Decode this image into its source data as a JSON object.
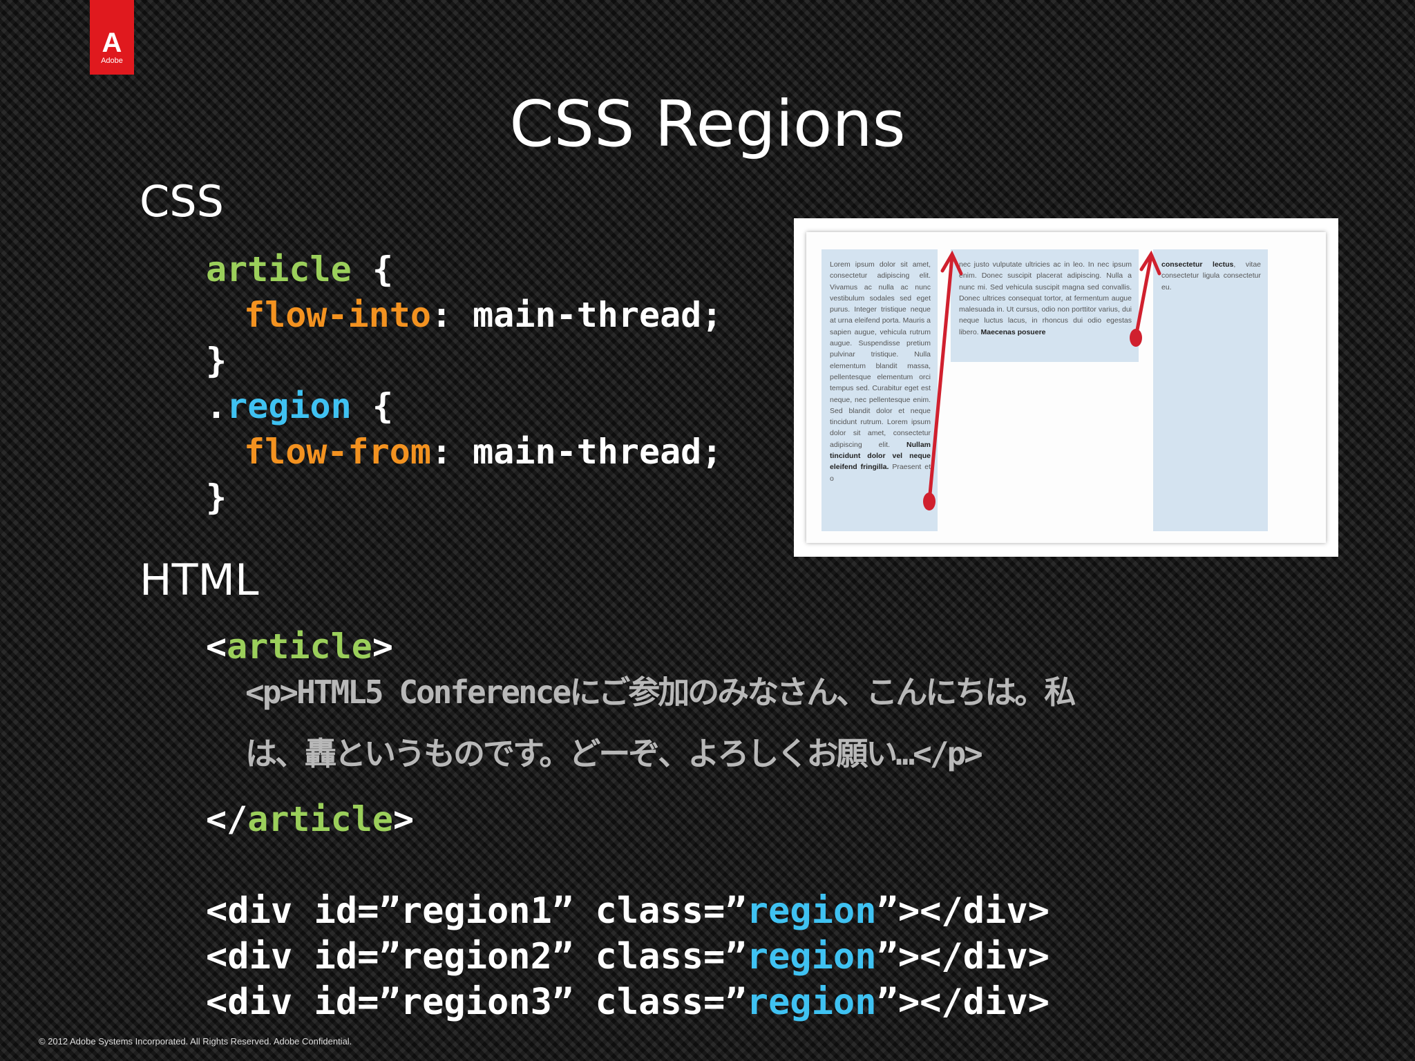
{
  "logo": {
    "text": "Adobe",
    "colors": {
      "brand": "#e0191e"
    }
  },
  "title": "CSS Regions",
  "css_section": {
    "heading": "CSS",
    "lines": [
      {
        "selector": "article",
        "brace": " {"
      },
      {
        "property": "flow-into",
        "colon": ": ",
        "value": "main-thread;"
      },
      {
        "close": "}"
      },
      {
        "dot": ".",
        "selector": "region",
        "brace": " {"
      },
      {
        "property": "flow-from",
        "colon": ": ",
        "value": "main-thread;"
      },
      {
        "close": "}"
      }
    ]
  },
  "html_section": {
    "heading": "HTML",
    "article_open": {
      "lt": "<",
      "tag": "article",
      "gt": ">"
    },
    "p_line1": "<p>HTML5 Conferenceにご参加のみなさん、こんにちは。私",
    "p_line2": "は、轟というものです。どーぞ、よろしくお願い…</p>",
    "article_close": {
      "lt": "</",
      "tag": "article",
      "gt": ">"
    },
    "divs": [
      {
        "pre": "<div id=”region1” class=”",
        "cls": "region",
        "post": "”></div>"
      },
      {
        "pre": "<div id=”region2” class=”",
        "cls": "region",
        "post": "”></div>"
      },
      {
        "pre": "<div id=”region3” class=”",
        "cls": "region",
        "post": "”></div>"
      }
    ]
  },
  "figure": {
    "col1": {
      "text": "Lorem ipsum dolor sit amet, consectetur adipiscing elit. Vivamus ac nulla ac nunc vestibulum sodales sed eget purus. Integer tristique neque at urna eleifend porta. Mauris a sapien augue, vehicula rutrum augue. Suspendisse pretium pulvinar tristique. Nulla elementum blandit massa, pellentesque elementum orci tempus sed. Curabitur eget est neque, nec pellentesque enim. Sed blandit dolor et neque tincidunt rutrum. Lorem ipsum dolor sit amet, consectetur adipiscing elit.",
      "bold": "Nullam tincidunt dolor vel neque eleifend fringilla.",
      "tail": " Praesent et o"
    },
    "col2": {
      "text": "nec justo vulputate ultricies ac in leo. In nec ipsum enim. Donec suscipit placerat adipiscing. Nulla a nunc mi. Sed vehicula suscipit magna sed convallis. Donec ultrices consequat tortor, at fermentum augue malesuada in. Ut cursus, odio non porttitor varius, dui neque luctus lacus, in rhoncus dui odio egestas libero.",
      "bold": " Maecenas posuere"
    },
    "col3": {
      "bold": "consectetur lectus",
      "text": ", vitae consectetur ligula consectetur eu."
    },
    "colors": {
      "region": "#d4e3f0",
      "arrow": "#d0202e"
    }
  },
  "footer": "© 2012 Adobe Systems Incorporated.  All Rights Reserved.  Adobe Confidential.",
  "colors": {
    "keyword_green": "#9bcf5b",
    "property_orange": "#f39220",
    "class_cyan": "#3fc2f2"
  }
}
